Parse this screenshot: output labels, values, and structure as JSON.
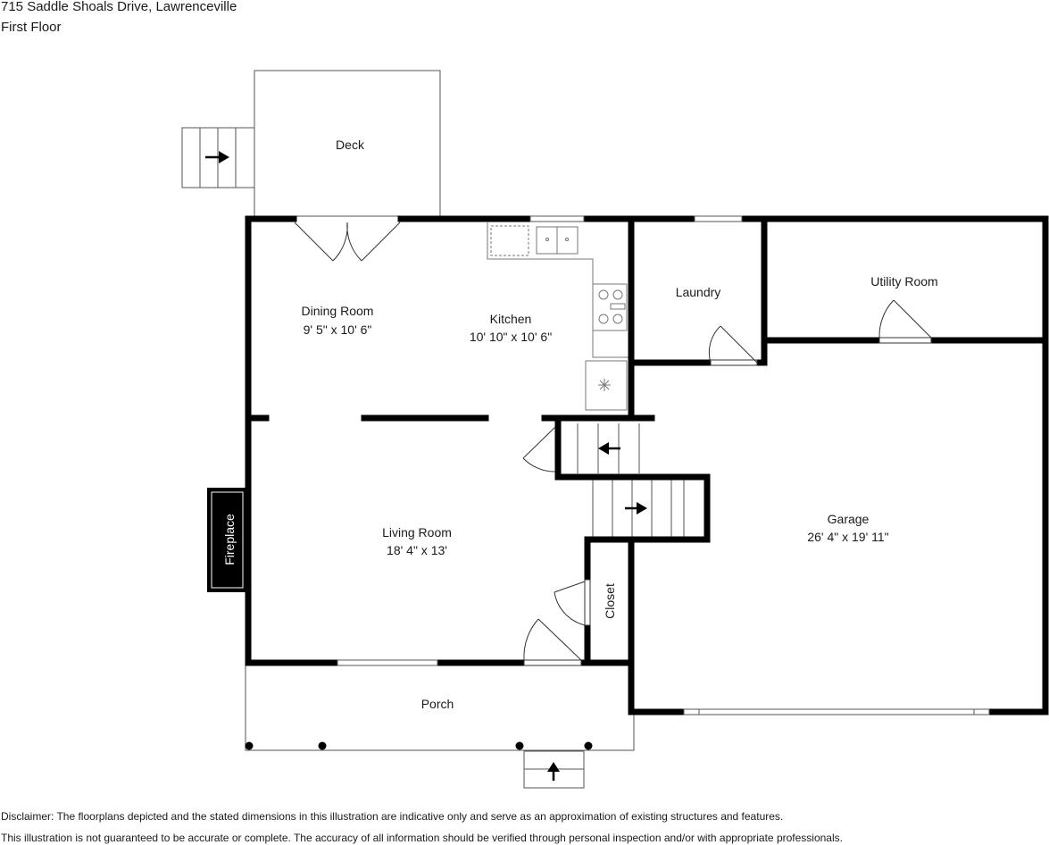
{
  "header": {
    "address": "715 Saddle Shoals Drive, Lawrenceville",
    "floor": "First Floor"
  },
  "rooms": {
    "deck": {
      "name": "Deck"
    },
    "dining": {
      "name": "Dining Room",
      "dims": "9' 5\" x 10' 6\""
    },
    "kitchen": {
      "name": "Kitchen",
      "dims": "10' 10\" x 10' 6\""
    },
    "laundry": {
      "name": "Laundry"
    },
    "utility": {
      "name": "Utility Room"
    },
    "living": {
      "name": "Living Room",
      "dims": "18' 4\" x 13'"
    },
    "garage": {
      "name": "Garage",
      "dims": "26' 4\" x 19' 11\""
    },
    "fireplace": {
      "name": "Fireplace"
    },
    "closet": {
      "name": "Closet"
    },
    "porch": {
      "name": "Porch"
    }
  },
  "disclaimer": {
    "line1": "Disclaimer: The floorplans depicted and the stated dimensions in this illustration are indicative only and serve as an approximation of existing structures and features.",
    "line2": "This illustration is not guaranteed to be accurate or complete. The accuracy of all information should be verified through personal inspection and/or with appropriate professionals."
  },
  "colors": {
    "wall": "#000000",
    "line": "#555555",
    "background": "#ffffff"
  }
}
